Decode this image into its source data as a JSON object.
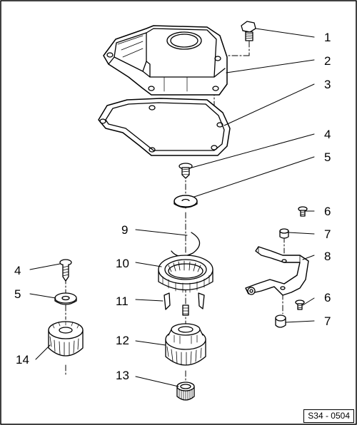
{
  "diagram": {
    "callouts": {
      "c1": "1",
      "c2": "2",
      "c3": "3",
      "c4a": "4",
      "c5a": "5",
      "c6a": "6",
      "c7a": "7",
      "c8": "8",
      "c9": "9",
      "c10": "10",
      "c4b": "4",
      "c5b": "5",
      "c11": "11",
      "c6b": "6",
      "c7b": "7",
      "c12": "12",
      "c14": "14",
      "c13": "13"
    },
    "reference_code": "S34 - 0504"
  }
}
